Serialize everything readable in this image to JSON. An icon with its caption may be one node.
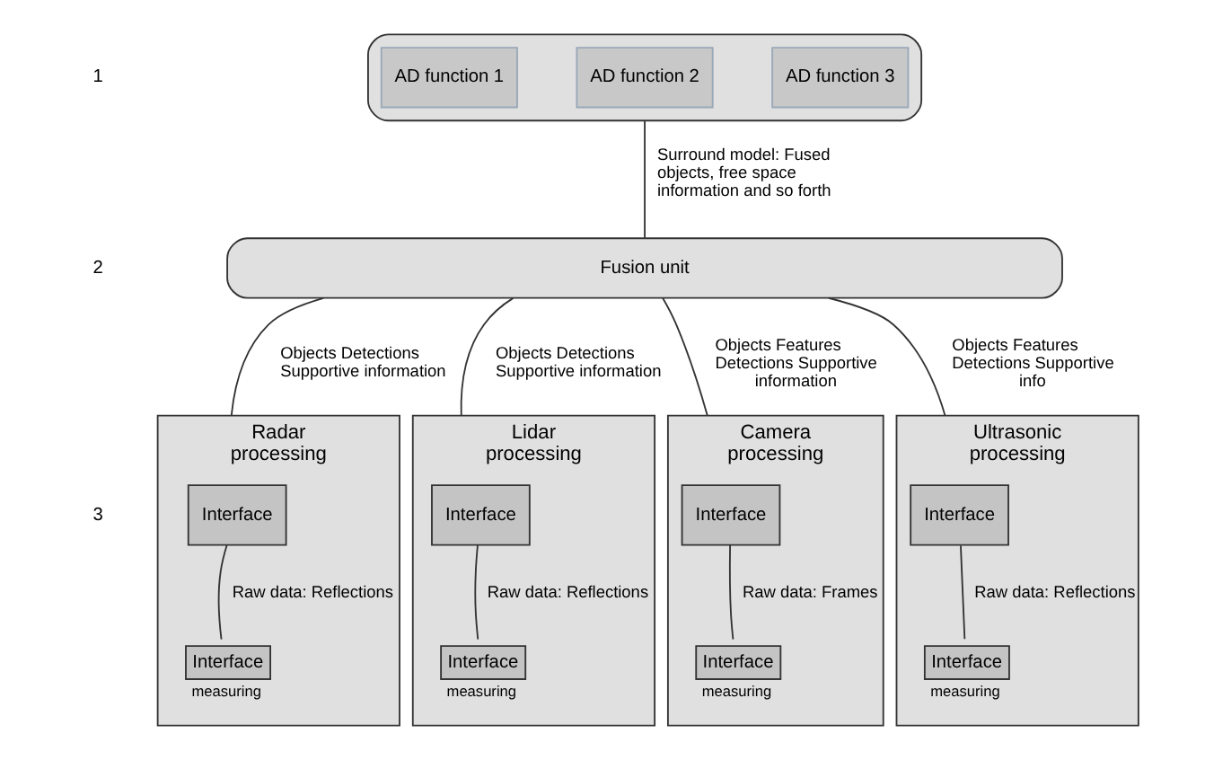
{
  "diagram": {
    "nodes": [
      {
        "text": [],
        "shape": "box"
      },
      {
        "text": [
          "AD function 1"
        ],
        "in": 0
      },
      {
        "text": [
          "AD function 2"
        ],
        "in": 0
      },
      {
        "text": [
          "AD function 3"
        ],
        "in": 0
      },
      {
        "text": [
          "Fusion unit"
        ]
      },
      {
        "text": [
          "Radar",
          "processing"
        ]
      },
      {
        "text": [
          "Interface"
        ],
        "in": 5
      },
      {
        "text": [
          "Interface"
        ],
        "in": 5,
        "beside": [
          "measuring"
        ]
      },
      {
        "text": [
          "Lidar",
          "processing"
        ]
      },
      {
        "text": [
          "Interface"
        ],
        "in": 8
      },
      {
        "text": [
          "Interface"
        ],
        "in": 8,
        "beside": [
          "measuring"
        ]
      },
      {
        "text": [
          "Camera",
          "processing"
        ]
      },
      {
        "text": [
          "Interface"
        ],
        "in": 11
      },
      {
        "text": [
          "Interface"
        ],
        "in": 11,
        "beside": [
          "measuring"
        ]
      },
      {
        "text": [
          "Ultrasonic",
          "processing"
        ]
      },
      {
        "text": [
          "Interface"
        ],
        "in": 14
      },
      {
        "text": [
          "Interface"
        ],
        "in": 14,
        "beside": [
          "measuring"
        ]
      }
    ],
    "edges": [
      {
        "from": 0,
        "to": 4,
        "arrow": "none",
        "label": "Surround model: Fused objects, free space information and so forth"
      },
      {
        "from": 4,
        "to": 5,
        "arrow": "none",
        "label": "Objects Detections Supportive information"
      },
      {
        "from": 4,
        "to": 8,
        "arrow": "none",
        "label": "Objects Detections Supportive information"
      },
      {
        "from": 4,
        "to": 11,
        "arrow": "none",
        "label": "Objects Features Detections Supportive information"
      },
      {
        "from": 4,
        "to": 14,
        "arrow": "none",
        "label": "Objects Features Detections Supportive info"
      },
      {
        "from": 6,
        "to": 7,
        "arrow": "none",
        "label": "Raw data: Reflections"
      },
      {
        "from": 9,
        "to": 10,
        "arrow": "none",
        "label": "Raw data: Reflections"
      },
      {
        "from": 12,
        "to": 13,
        "arrow": "none",
        "label": "Raw data: Frames"
      },
      {
        "from": 15,
        "to": 16,
        "arrow": "none",
        "label": "Raw data: Reflections"
      }
    ],
    "labels": [
      "1",
      "2",
      "3"
    ]
  }
}
